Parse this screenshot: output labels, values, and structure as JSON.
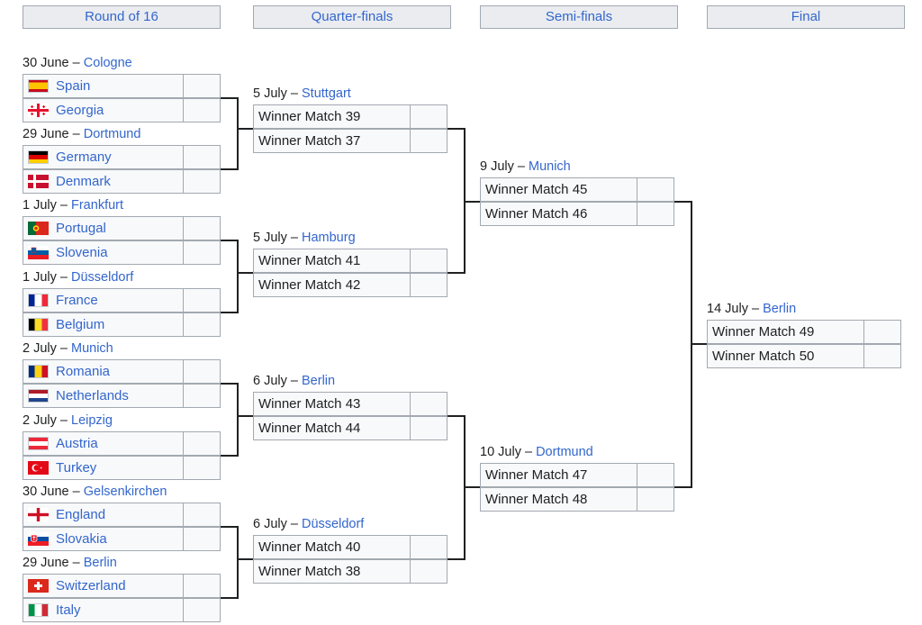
{
  "rounds": [
    {
      "label": "Round of 16"
    },
    {
      "label": "Quarter-finals"
    },
    {
      "label": "Semi-finals"
    },
    {
      "label": "Final"
    }
  ],
  "round_of_16": [
    {
      "date": "30 June – ",
      "venue": "Cologne",
      "teams": [
        {
          "name": "Spain",
          "flag": "spain-flag-icon",
          "score": ""
        },
        {
          "name": "Georgia",
          "flag": "georgia-flag-icon",
          "score": ""
        }
      ]
    },
    {
      "date": "29 June – ",
      "venue": "Dortmund",
      "teams": [
        {
          "name": "Germany",
          "flag": "germany-flag-icon",
          "score": ""
        },
        {
          "name": "Denmark",
          "flag": "denmark-flag-icon",
          "score": ""
        }
      ]
    },
    {
      "date": "1 July – ",
      "venue": "Frankfurt",
      "teams": [
        {
          "name": "Portugal",
          "flag": "portugal-flag-icon",
          "score": ""
        },
        {
          "name": "Slovenia",
          "flag": "slovenia-flag-icon",
          "score": ""
        }
      ]
    },
    {
      "date": "1 July – ",
      "venue": "Düsseldorf",
      "teams": [
        {
          "name": "France",
          "flag": "france-flag-icon",
          "score": ""
        },
        {
          "name": "Belgium",
          "flag": "belgium-flag-icon",
          "score": ""
        }
      ]
    },
    {
      "date": "2 July – ",
      "venue": "Munich",
      "teams": [
        {
          "name": "Romania",
          "flag": "romania-flag-icon",
          "score": ""
        },
        {
          "name": "Netherlands",
          "flag": "netherlands-flag-icon",
          "score": ""
        }
      ]
    },
    {
      "date": "2 July – ",
      "venue": "Leipzig",
      "teams": [
        {
          "name": "Austria",
          "flag": "austria-flag-icon",
          "score": ""
        },
        {
          "name": "Turkey",
          "flag": "turkey-flag-icon",
          "score": ""
        }
      ]
    },
    {
      "date": "30 June – ",
      "venue": "Gelsenkirchen",
      "teams": [
        {
          "name": "England",
          "flag": "england-flag-icon",
          "score": ""
        },
        {
          "name": "Slovakia",
          "flag": "slovakia-flag-icon",
          "score": ""
        }
      ]
    },
    {
      "date": "29 June – ",
      "venue": "Berlin",
      "teams": [
        {
          "name": "Switzerland",
          "flag": "switzerland-flag-icon",
          "score": ""
        },
        {
          "name": "Italy",
          "flag": "italy-flag-icon",
          "score": ""
        }
      ]
    }
  ],
  "quarter_finals": [
    {
      "date": "5 July – ",
      "venue": "Stuttgart",
      "teams": [
        {
          "name": "Winner Match 39",
          "score": ""
        },
        {
          "name": "Winner Match 37",
          "score": ""
        }
      ]
    },
    {
      "date": "5 July – ",
      "venue": "Hamburg",
      "teams": [
        {
          "name": "Winner Match 41",
          "score": ""
        },
        {
          "name": "Winner Match 42",
          "score": ""
        }
      ]
    },
    {
      "date": "6 July – ",
      "venue": "Berlin",
      "teams": [
        {
          "name": "Winner Match 43",
          "score": ""
        },
        {
          "name": "Winner Match 44",
          "score": ""
        }
      ]
    },
    {
      "date": "6 July – ",
      "venue": "Düsseldorf",
      "teams": [
        {
          "name": "Winner Match 40",
          "score": ""
        },
        {
          "name": "Winner Match 38",
          "score": ""
        }
      ]
    }
  ],
  "semi_finals": [
    {
      "date": "9 July – ",
      "venue": "Munich",
      "teams": [
        {
          "name": "Winner Match 45",
          "score": ""
        },
        {
          "name": "Winner Match 46",
          "score": ""
        }
      ]
    },
    {
      "date": "10 July – ",
      "venue": "Dortmund",
      "teams": [
        {
          "name": "Winner Match 47",
          "score": ""
        },
        {
          "name": "Winner Match 48",
          "score": ""
        }
      ]
    }
  ],
  "final": [
    {
      "date": "14 July – ",
      "venue": "Berlin",
      "teams": [
        {
          "name": "Winner Match 49",
          "score": ""
        },
        {
          "name": "Winner Match 50",
          "score": ""
        }
      ]
    }
  ],
  "colors": {
    "link": "#3366cc",
    "header_bg": "#eaecf0",
    "cell_bg": "#f8f9fa",
    "border": "#a2a9b1",
    "line": "#202122"
  }
}
